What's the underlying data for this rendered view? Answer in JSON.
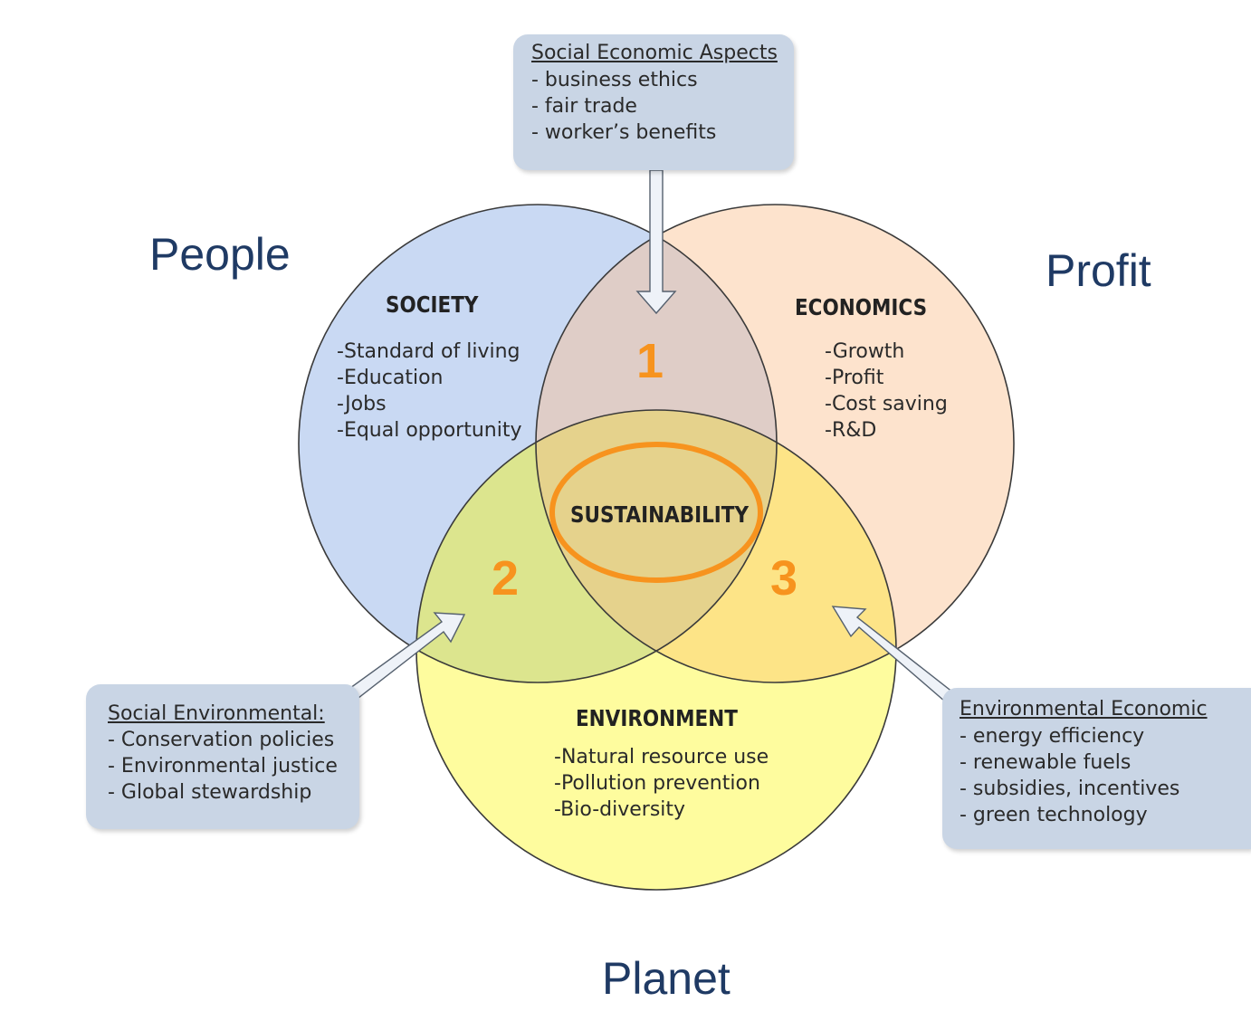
{
  "pillars": {
    "people": "People",
    "profit": "Profit",
    "planet": "Planet"
  },
  "circles": {
    "society": {
      "title": "SOCIETY",
      "items": [
        "-Standard of living",
        "-Education",
        "-Jobs",
        "-Equal opportunity"
      ],
      "fill": "#c9d9f3"
    },
    "economics": {
      "title": "ECONOMICS",
      "items": [
        "-Growth",
        "-Profit",
        "-Cost saving",
        "-R&D"
      ],
      "fill": "#fde3cd"
    },
    "environment": {
      "title": "ENVIRONMENT",
      "items": [
        "-Natural resource use",
        "-Pollution prevention",
        "-Bio-diversity"
      ],
      "fill": "#fefc9e"
    }
  },
  "regions": {
    "one": "1",
    "two": "2",
    "three": "3"
  },
  "center": {
    "label": "SUSTAINABILITY",
    "ring_color": "#f7931e"
  },
  "callouts": {
    "social_economic": {
      "title": "Social Economic Aspects",
      "items": [
        "- business ethics",
        "- fair trade",
        "- worker’s benefits"
      ]
    },
    "social_environmental": {
      "title": "Social Environmental:",
      "items": [
        "- Conservation policies",
        "- Environmental justice",
        "- Global stewardship"
      ]
    },
    "environmental_economic": {
      "title": "Environmental  Economic",
      "items": [
        "- energy efficiency",
        "- renewable fuels",
        "- subsidies, incentives",
        "- green technology"
      ]
    }
  },
  "colors": {
    "pillar_text": "#1f3a64",
    "callout_fill": "#c9d5e5",
    "number_color": "#f7931e"
  }
}
